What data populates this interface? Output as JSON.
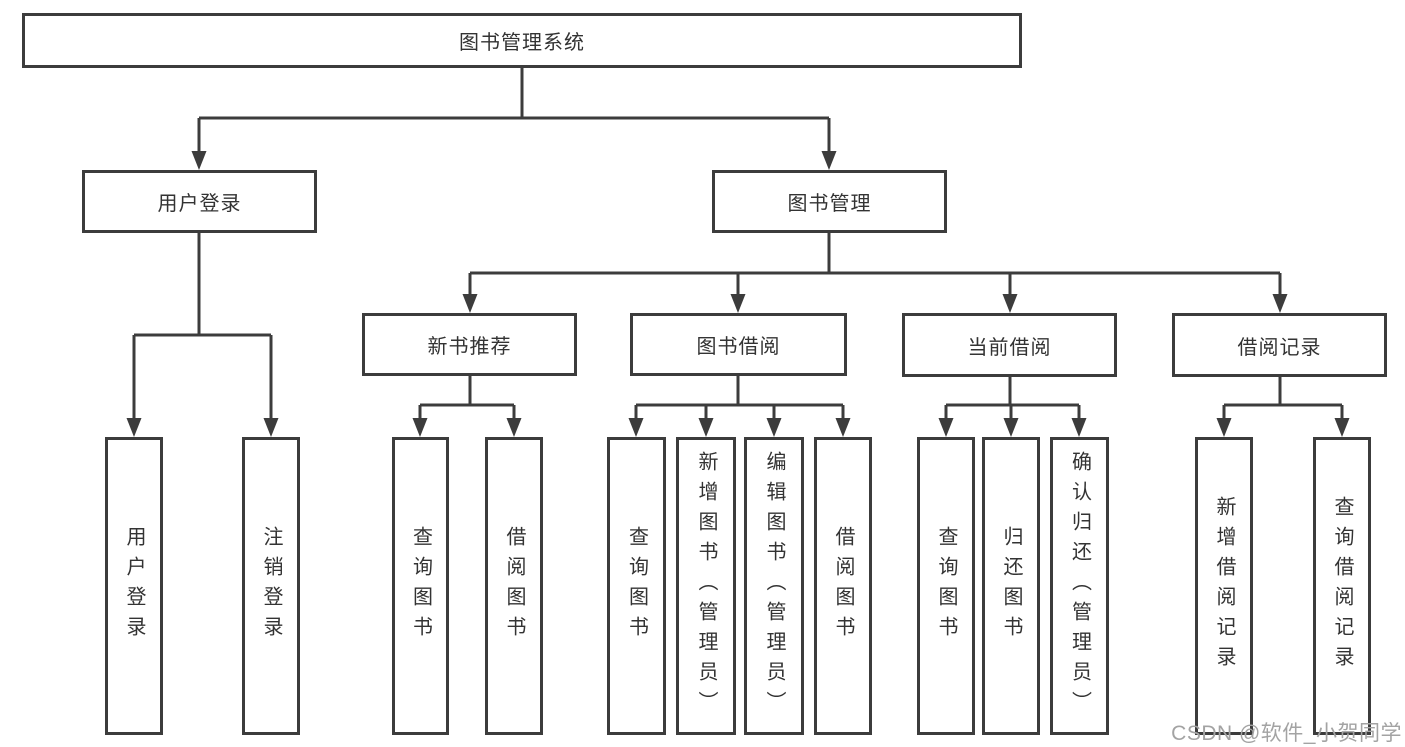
{
  "tree": {
    "label": "图书管理系统",
    "children": [
      {
        "label": "用户登录",
        "children": [
          {
            "label": "用户登录"
          },
          {
            "label": "注销登录"
          }
        ]
      },
      {
        "label": "图书管理",
        "children": [
          {
            "label": "新书推荐",
            "children": [
              {
                "label": "查询图书"
              },
              {
                "label": "借阅图书"
              }
            ]
          },
          {
            "label": "图书借阅",
            "children": [
              {
                "label": "查询图书"
              },
              {
                "label": "新增图书（管理员）"
              },
              {
                "label": "编辑图书（管理员）"
              },
              {
                "label": "借阅图书"
              }
            ]
          },
          {
            "label": "当前借阅",
            "children": [
              {
                "label": "查询图书"
              },
              {
                "label": "归还图书"
              },
              {
                "label": "确认归还（管理员）"
              }
            ]
          },
          {
            "label": "借阅记录",
            "children": [
              {
                "label": "新增借阅记录"
              },
              {
                "label": "查询借阅记录"
              }
            ]
          }
        ]
      }
    ]
  },
  "watermark": {
    "text": "CSDN @软件_小贺同学"
  },
  "colors": {
    "line": "#3c3c3c",
    "text": "#333333",
    "box_background": "#ffffff",
    "watermark": "#a3a3a3",
    "background": "#ffffff"
  }
}
